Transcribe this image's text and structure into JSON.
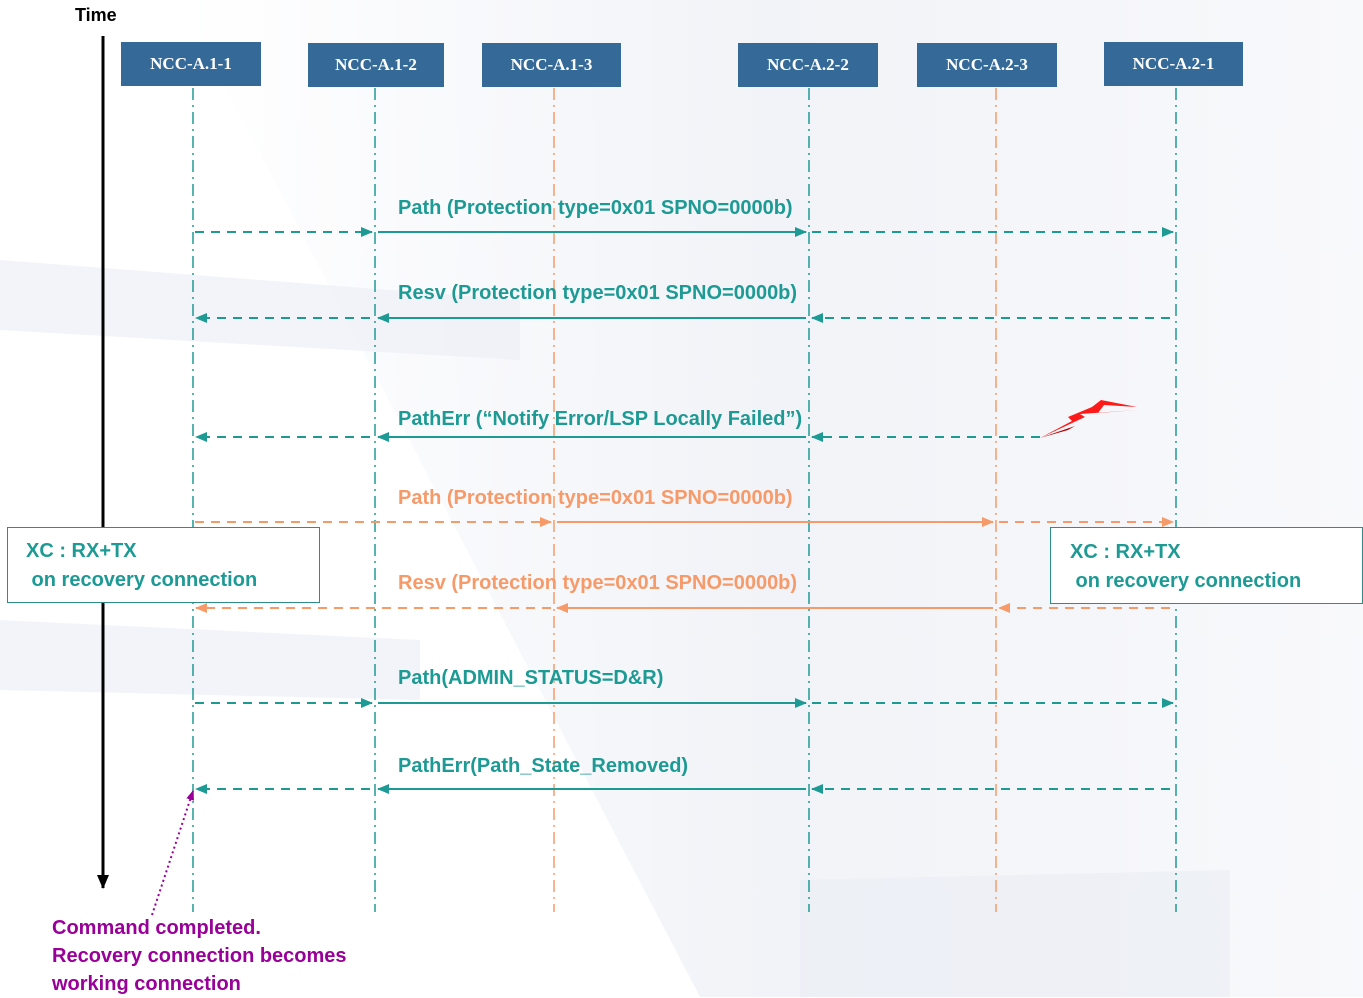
{
  "time_label": "Time",
  "nodes": [
    {
      "label": "NCC-A.1-1"
    },
    {
      "label": "NCC-A.1-2"
    },
    {
      "label": "NCC-A.1-3"
    },
    {
      "label": "NCC-A.2-2"
    },
    {
      "label": "NCC-A.2-3"
    },
    {
      "label": "NCC-A.2-1"
    }
  ],
  "messages": [
    {
      "label": "Path (Protection type=0x01 SPNO=0000b)",
      "color": "teal"
    },
    {
      "label": "Resv (Protection type=0x01 SPNO=0000b)",
      "color": "teal"
    },
    {
      "label": "PathErr (“Notify Error/LSP Locally Failed”)",
      "color": "teal"
    },
    {
      "label": "Path (Protection type=0x01 SPNO=0000b)",
      "color": "orange"
    },
    {
      "label": "Resv (Protection type=0x01 SPNO=0000b)",
      "color": "orange"
    },
    {
      "label": "Path(ADMIN_STATUS=D&R)",
      "color": "teal"
    },
    {
      "label": "PathErr(Path_State_Removed)",
      "color": "teal"
    }
  ],
  "xc_boxes": [
    {
      "line1": "XC : RX+TX",
      "line2": " on recovery connection"
    },
    {
      "line1": "XC : RX+TX",
      "line2": " on recovery connection"
    }
  ],
  "note": {
    "line1": "Command completed.",
    "line2": "Recovery connection becomes",
    "line3": "working connection"
  },
  "colors": {
    "node_fill": "#356a98",
    "teal": "#1e9a94",
    "orange": "#f79a69",
    "note": "#990099",
    "failure": "#ff1a1a"
  },
  "icons": [
    "link-failure-icon"
  ]
}
